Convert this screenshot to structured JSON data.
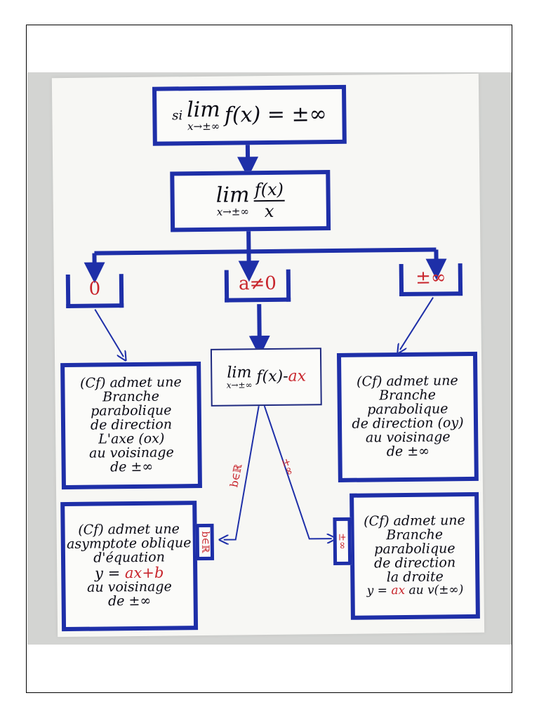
{
  "diagram": {
    "top": {
      "si": "si",
      "lim": "lim",
      "sub": "x→±∞",
      "expr": "f(x) = ±∞"
    },
    "second": {
      "lim": "lim",
      "sub": "x→±∞",
      "num": "f(x)",
      "den": "x"
    },
    "branches": {
      "left": {
        "value": "0"
      },
      "middle": {
        "value": "a≠0"
      },
      "right": {
        "value": "±∞"
      }
    },
    "middle_limit": {
      "lim": "lim",
      "sub": "x→±∞",
      "expr_black": "f(x)-",
      "expr_red": "ax"
    },
    "box_left": [
      "(Cf) admet une",
      "Branche parabolique",
      "de direction",
      "L'axe (ox)",
      "au voisinage",
      "de ±∞"
    ],
    "box_right": [
      "(Cf) admet une",
      "Branche parabolique",
      "de direction (oy)",
      "au voisinage",
      "de ±∞"
    ],
    "box_bottom_left": {
      "lines_before": [
        "(Cf) admet une",
        "asymptote oblique",
        "d'équation"
      ],
      "eq_black": "y =",
      "eq_red": "ax+b",
      "lines_after": [
        "au voisinage",
        "de ±∞"
      ]
    },
    "box_bottom_right": {
      "lines_before": [
        "(Cf) admet une",
        "Branche",
        "parabolique",
        "de direction",
        "la droite"
      ],
      "eq_black": "y =",
      "eq_red": "ax",
      "eq_tail": "au v(±∞)"
    },
    "edge_left": "b∈ℝ",
    "edge_right": "±∞",
    "tab_left": "b∈ℝ",
    "tab_right": "±∞"
  }
}
